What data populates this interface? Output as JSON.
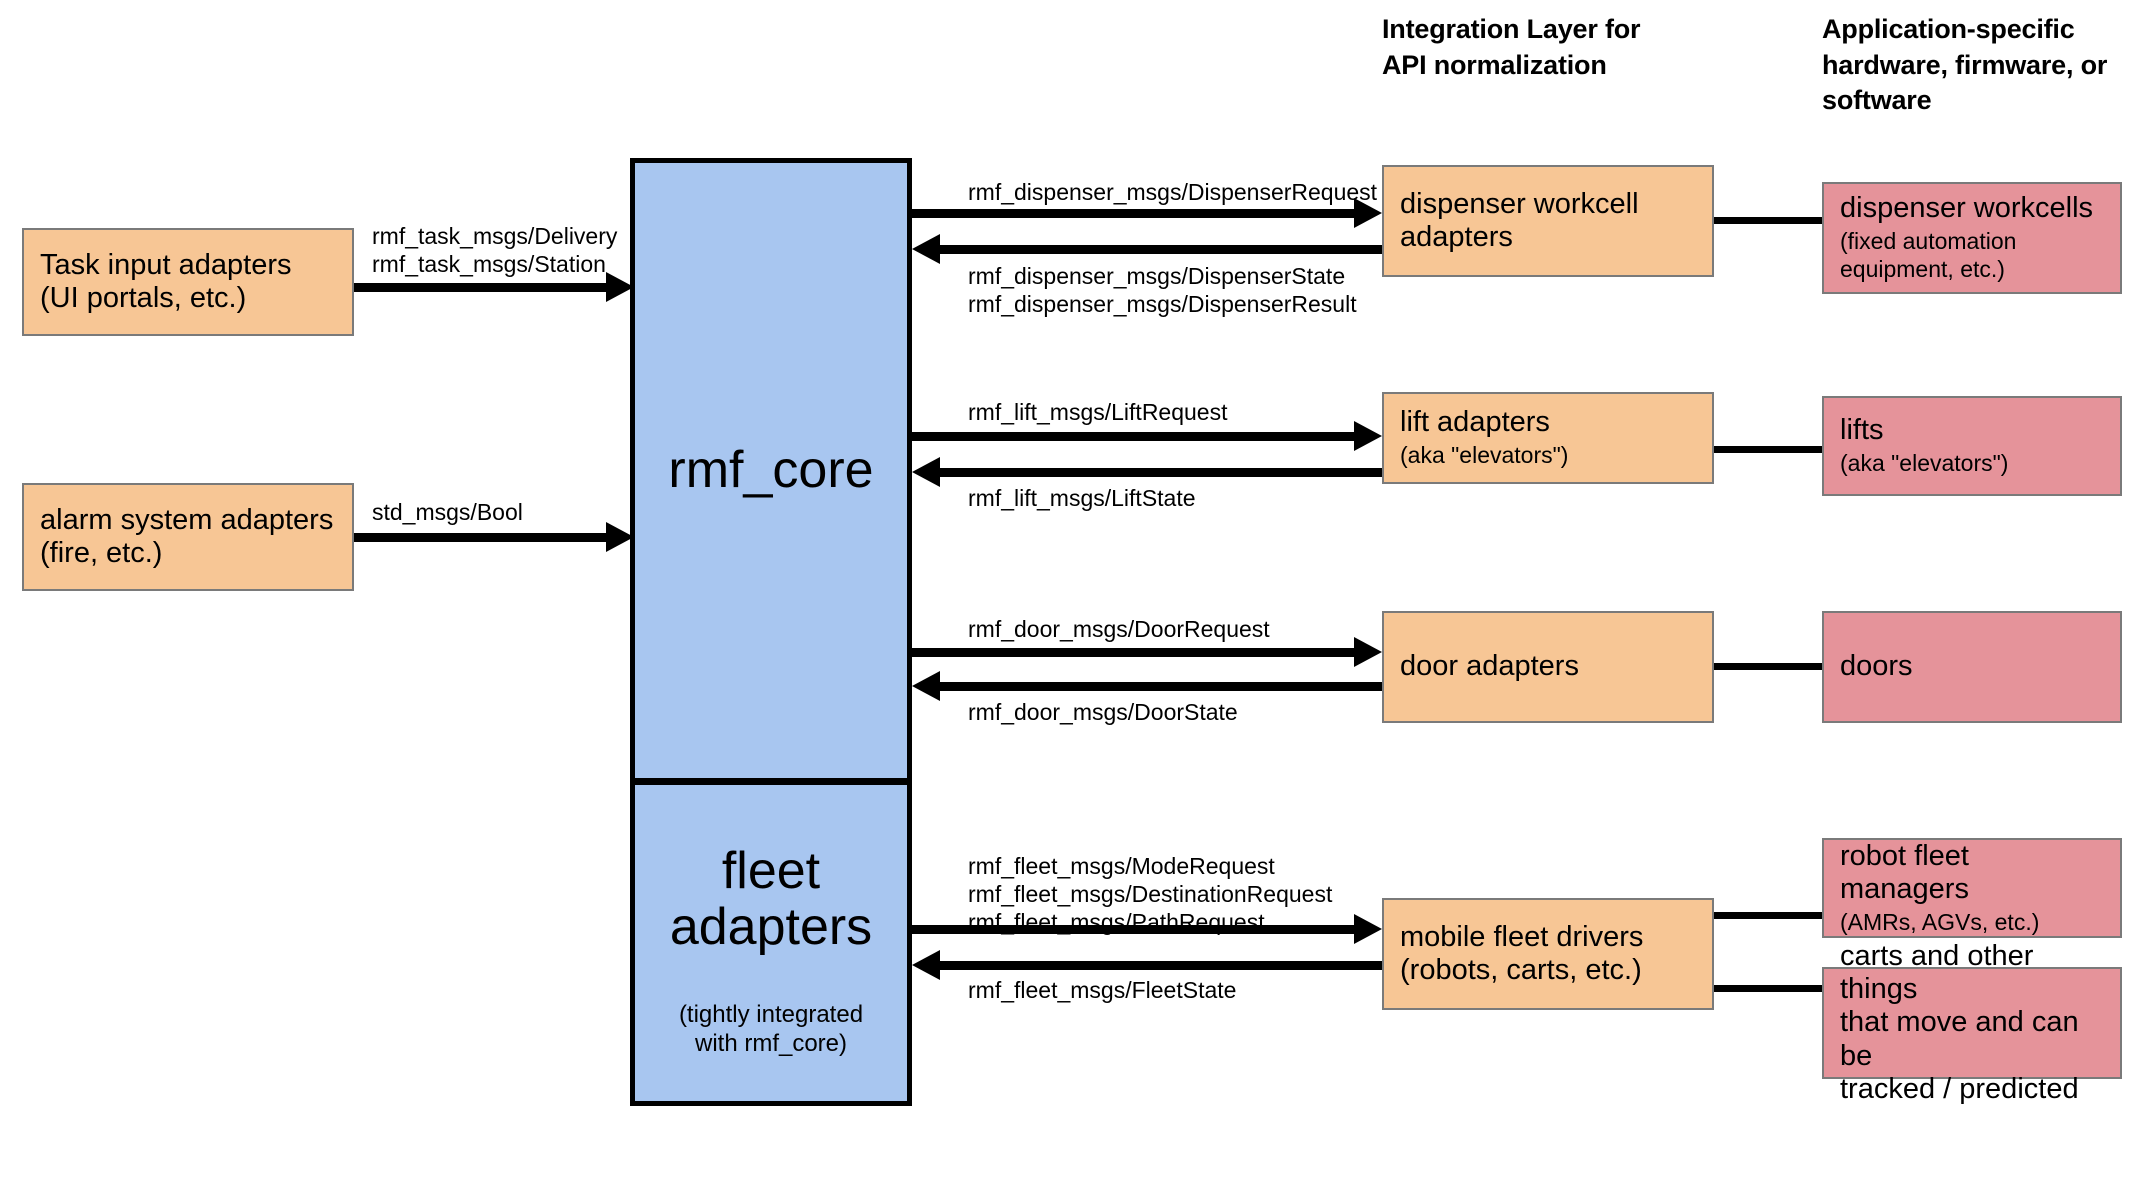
{
  "headings": [
    {
      "text": "Integration Layer for\nAPI normalization"
    },
    {
      "text": "Application-specific\nhardware, firmware, or\nsoftware"
    }
  ],
  "core": {
    "title": "rmf_core",
    "fleet_title": "fleet\nadapters",
    "fleet_subtitle": "(tightly integrated\nwith rmf_core)"
  },
  "inputs": [
    {
      "title": "Task input adapters",
      "subtitle": "(UI portals, etc.)",
      "edge": "rmf_task_msgs/Delivery\nrmf_task_msgs/Station"
    },
    {
      "title": "alarm system adapters",
      "subtitle": "(fire, etc.)",
      "edge": "std_msgs/Bool"
    }
  ],
  "rows": [
    {
      "adapter_title": "dispenser workcell\nadapters",
      "adapter_subtitle": "",
      "request_label": "rmf_dispenser_msgs/DispenserRequest",
      "state_label": "rmf_dispenser_msgs/DispenserState\nrmf_dispenser_msgs/DispenserResult",
      "hardware_title": "dispenser workcells",
      "hardware_subtitle": "(fixed automation\nequipment, etc.)"
    },
    {
      "adapter_title": "lift adapters",
      "adapter_subtitle": "(aka \"elevators\")",
      "request_label": "rmf_lift_msgs/LiftRequest",
      "state_label": "rmf_lift_msgs/LiftState",
      "hardware_title": "lifts",
      "hardware_subtitle": "(aka \"elevators\")"
    },
    {
      "adapter_title": "door adapters",
      "adapter_subtitle": "",
      "request_label": "rmf_door_msgs/DoorRequest",
      "state_label": "rmf_door_msgs/DoorState",
      "hardware_title": "doors",
      "hardware_subtitle": ""
    },
    {
      "adapter_title": "mobile fleet drivers",
      "adapter_subtitle": "(robots, carts, etc.)",
      "request_label": "rmf_fleet_msgs/ModeRequest\nrmf_fleet_msgs/DestinationRequest\nrmf_fleet_msgs/PathRequest",
      "state_label": "rmf_fleet_msgs/FleetState",
      "hardware_title": "robot fleet managers",
      "hardware_subtitle": "(AMRs, AGVs, etc.)",
      "hardware2_title": "carts and other things\nthat move and can be\ntracked / predicted",
      "hardware2_subtitle": ""
    }
  ],
  "colors": {
    "adapter_fill": "#f7c695",
    "hardware_fill": "#e5939a",
    "core_fill": "#a8c6f0",
    "stroke": "#000000",
    "box_stroke": "#7a7a7a"
  }
}
